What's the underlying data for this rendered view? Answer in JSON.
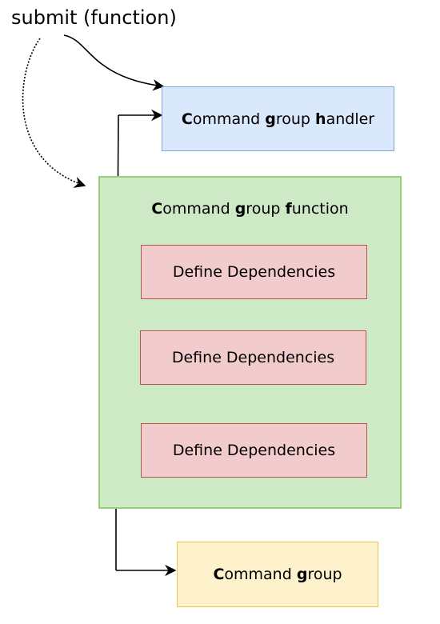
{
  "submit_label": "submit (function)",
  "handler": {
    "label_parts": [
      {
        "b": "C",
        "t": "ommand "
      },
      {
        "b": "g",
        "t": "roup "
      },
      {
        "b": "h",
        "t": "andler"
      }
    ]
  },
  "function_box": {
    "label_parts": [
      {
        "b": "C",
        "t": "ommand "
      },
      {
        "b": "g",
        "t": "roup "
      },
      {
        "b": "f",
        "t": "unction"
      }
    ]
  },
  "dependencies": [
    {
      "label": "Define Dependencies"
    },
    {
      "label": "Define Dependencies"
    },
    {
      "label": "Define Dependencies"
    }
  ],
  "command_group": {
    "label_parts": [
      {
        "b": "C",
        "t": "ommand "
      },
      {
        "b": "g",
        "t": "roup"
      }
    ]
  },
  "colors": {
    "handler_fill": "#dae8fc",
    "handler_border": "#7ea6e0",
    "function_fill": "#cde9c6",
    "function_border": "#97d077",
    "dependency_fill": "#f2cccc",
    "dependency_border": "#b85450",
    "group_fill": "#fdf2cb",
    "group_border": "#e8c84a"
  }
}
